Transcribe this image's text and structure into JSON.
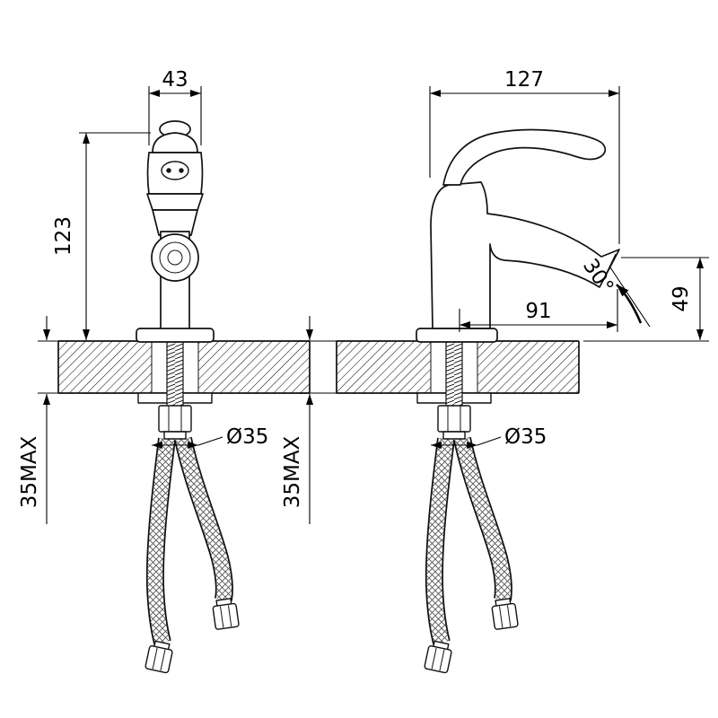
{
  "colors": {
    "line": "#000000",
    "background": "#ffffff"
  },
  "front_view": {
    "spout_width": "43",
    "body_height": "123",
    "deck_thickness_max": "35MAX",
    "hole_diameter": "Ø35"
  },
  "side_view": {
    "overall_length": "127",
    "spout_reach": "91",
    "stream_angle": "30°",
    "spout_height": "49",
    "deck_thickness_max": "35MAX",
    "hole_diameter": "Ø35"
  }
}
